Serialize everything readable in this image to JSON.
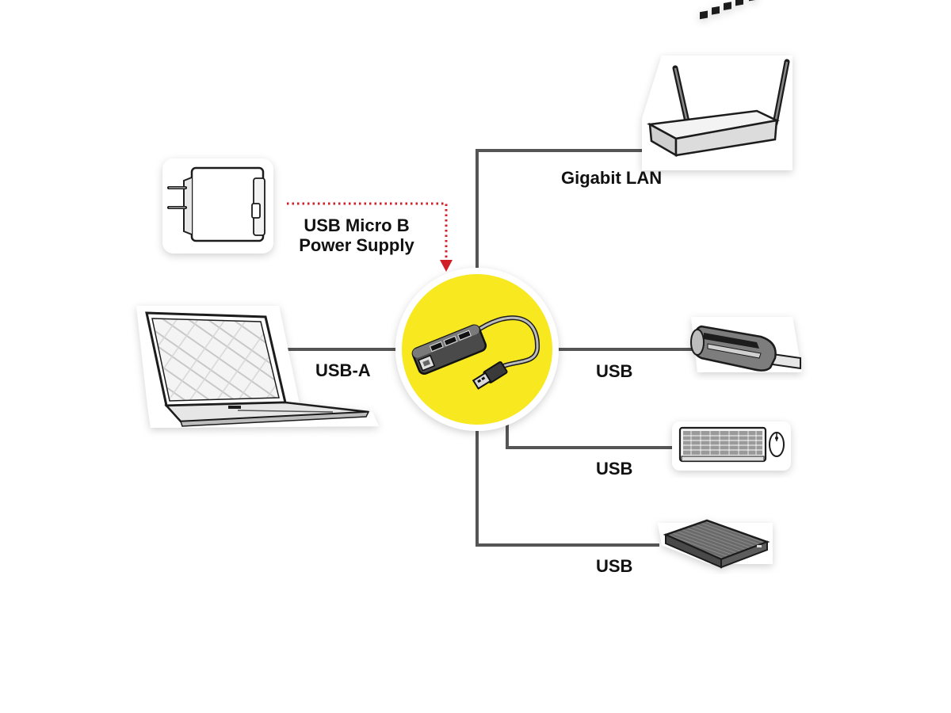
{
  "labels": {
    "power_line1": "USB Micro B",
    "power_line2": "Power Supply",
    "laptop": "USB-A",
    "router": "Gigabit LAN",
    "card_reader": "USB",
    "keyboard": "USB",
    "hdd": "USB"
  },
  "devices": [
    {
      "id": "power-adapter",
      "icon": "power-adapter-icon"
    },
    {
      "id": "laptop",
      "icon": "laptop-icon"
    },
    {
      "id": "router",
      "icon": "router-icon"
    },
    {
      "id": "card-reader",
      "icon": "card-reader-icon"
    },
    {
      "id": "keyboard-mouse",
      "icon": "keyboard-mouse-icon"
    },
    {
      "id": "external-hdd",
      "icon": "external-hdd-icon"
    },
    {
      "id": "usb-hub",
      "icon": "usb-hub-icon"
    }
  ],
  "colors": {
    "hub_circle": "#f7e81f",
    "connector": "#555555",
    "power_arrow": "#d01f27",
    "outline": "#1a1a1a"
  }
}
